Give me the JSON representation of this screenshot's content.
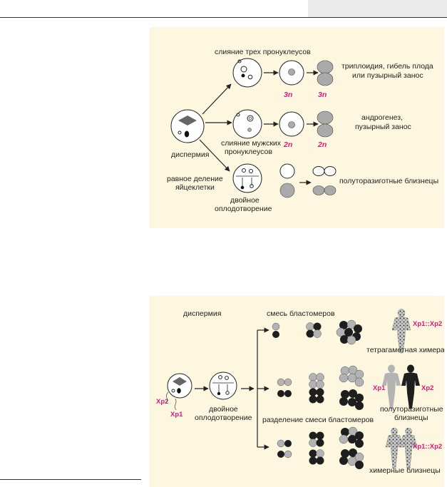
{
  "colors": {
    "panel_bg": "#fdf7df",
    "accent": "#e0187a",
    "cell_gray": "#b3b3b3",
    "cell_dark": "#1e1e1e"
  },
  "figure1": {
    "labels": {
      "fusion_three": "слияние трех пронуклеусов",
      "triploidy": [
        "триплоидия, гибель плода",
        "или пузырный занос"
      ],
      "ploidy_3n": "3n",
      "dispermy": "диспермия",
      "male_fusion": [
        "слияние мужских",
        "пронуклеусов"
      ],
      "ploidy_2n": "2n",
      "androgenesis": [
        "андрогенез,",
        "пузырный занос"
      ],
      "equal_division": [
        "равное деление",
        "яйцеклетки"
      ],
      "double_fert": [
        "двойное",
        "оплодотворение"
      ],
      "sesquizygotic": "полуторазиготные близнецы"
    }
  },
  "figure2": {
    "labels": {
      "dispermy": "диспермия",
      "mix": "смесь бластомеров",
      "xp2": "Xp2",
      "xp1": "Xp1",
      "double_fert": [
        "двойное",
        "оплодотворение"
      ],
      "separation": "разделение смеси бластомеров",
      "tetragametic": "тетрагаметная химера",
      "xp1xp2": "Xp1::Xp2",
      "sesquizygotic": [
        "полуторазиготные",
        "близнецы"
      ],
      "chimeric": "химерные близнецы"
    }
  }
}
